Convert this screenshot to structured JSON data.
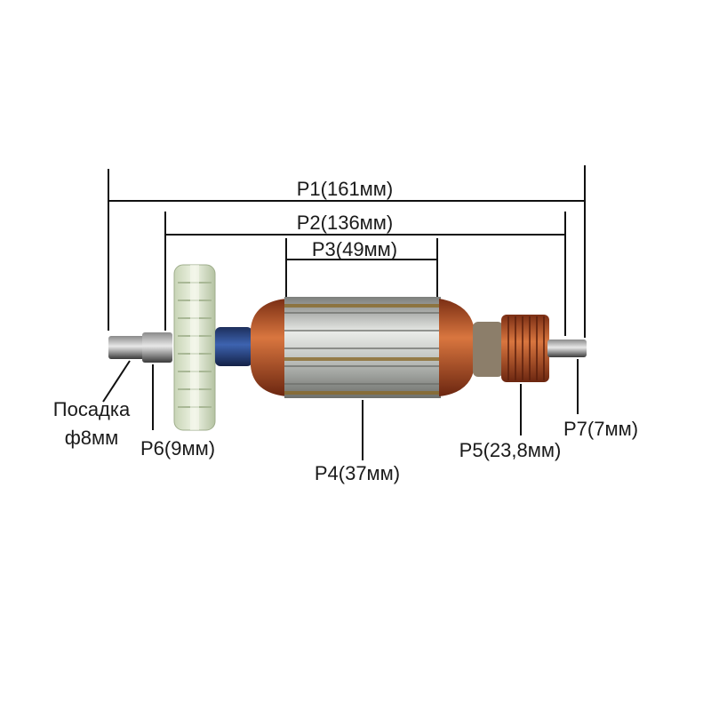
{
  "dimensions": {
    "p1": "P1(161мм)",
    "p2": "P2(136мм)",
    "p3": "P3(49мм)",
    "p4": "P4(37мм)",
    "p5": "P5(23,8мм)",
    "p6": "P6(9мм)",
    "p7": "P7(7мм)"
  },
  "fit": {
    "line1": "Посадка",
    "line2": "ф8мм"
  },
  "colors": {
    "fan": "#dfe8cf",
    "fan_shade": "#b9c7a8",
    "core": "#c9ccca",
    "copper": "#b5502a",
    "insulation": "#2c4a8a",
    "shaft": "#4a4a4a"
  }
}
